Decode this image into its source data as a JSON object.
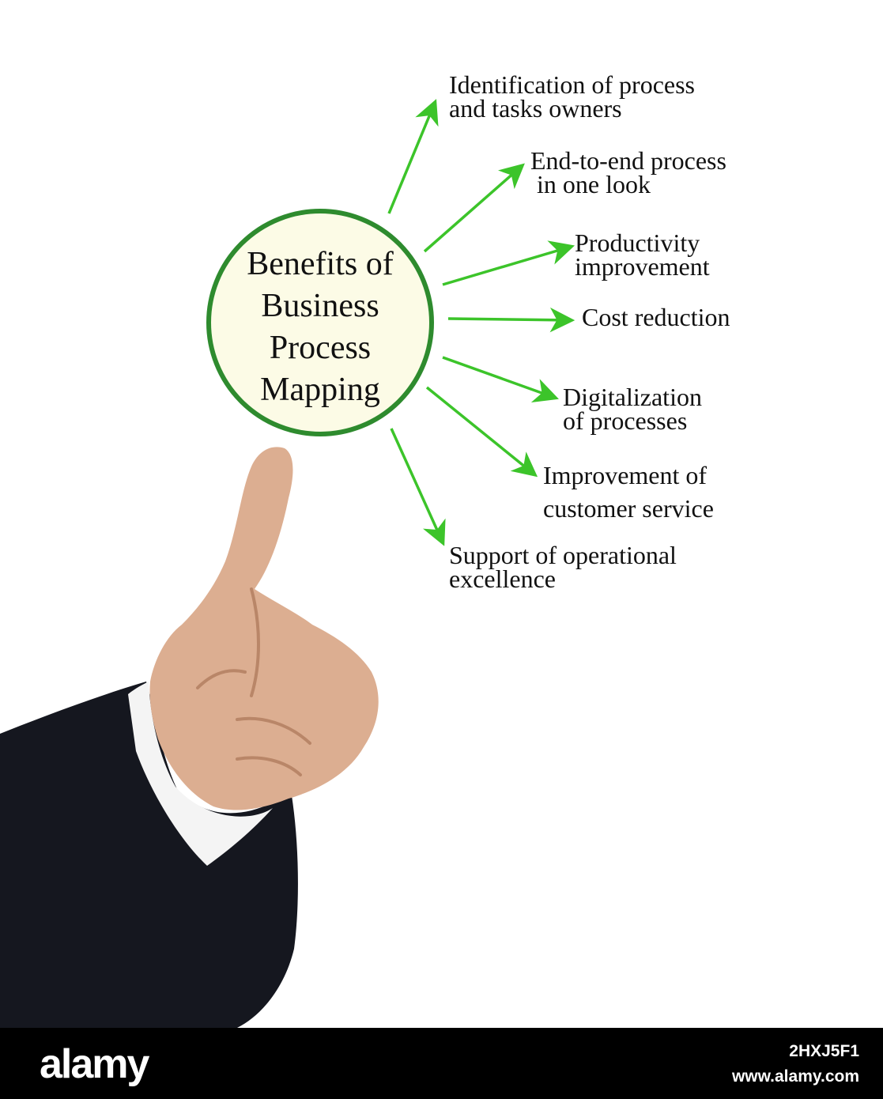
{
  "diagram": {
    "hub": {
      "lines": [
        "Benefits of",
        "Business",
        "Process",
        "Mapping"
      ],
      "fill": "#fcfbe6",
      "stroke": "#2e8b2e"
    },
    "arrow_color": "#3cc42a",
    "benefits": [
      {
        "lines": [
          "Identification of process",
          "and tasks owners"
        ]
      },
      {
        "lines": [
          "End-to-end process",
          " in one look"
        ]
      },
      {
        "lines": [
          "Productivity",
          "improvement"
        ]
      },
      {
        "lines": [
          "Cost reduction"
        ]
      },
      {
        "lines": [
          "Digitalization",
          "of processes"
        ]
      },
      {
        "lines": [
          "Improvement of",
          "customer service"
        ]
      },
      {
        "lines": [
          "Support of operational",
          "excellence"
        ]
      }
    ]
  },
  "photo": {
    "subject": "hand-pointing-icon"
  },
  "footer": {
    "brand": "alamy",
    "image_id": "2HXJ5F1",
    "site": "www.alamy.com"
  }
}
